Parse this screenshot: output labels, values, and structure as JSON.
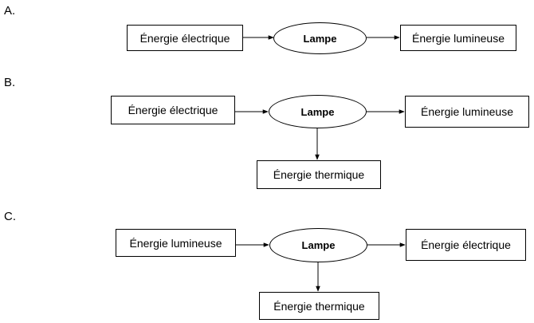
{
  "options": [
    {
      "label": "A.",
      "input": "Énergie électrique",
      "converter": "Lampe",
      "outputs": [
        "Énergie lumineuse"
      ]
    },
    {
      "label": "B.",
      "input": "Énergie électrique",
      "converter": "Lampe",
      "outputs": [
        "Énergie lumineuse",
        "Énergie thermique"
      ]
    },
    {
      "label": "C.",
      "input": "Énergie lumineuse",
      "converter": "Lampe",
      "outputs": [
        "Énergie électrique",
        "Énergie thermique"
      ]
    }
  ]
}
